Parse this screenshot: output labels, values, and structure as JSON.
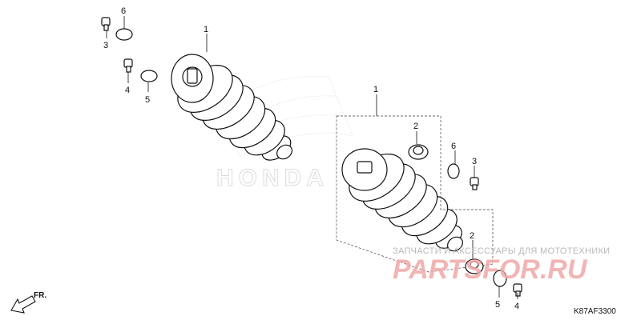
{
  "callouts": {
    "shock_left": "1",
    "shock_right": "1",
    "bushing_upper": "2",
    "bushing_lower": "2",
    "bolt_top_left": "3",
    "bolt_right": "3",
    "bolt_left_mid": "4",
    "bolt_bottom": "4",
    "washer_left_mid": "5",
    "washer_bottom": "5",
    "washer_top_left": "6",
    "washer_right": "6"
  },
  "watermark": {
    "brand": "HONDA",
    "shop_caption": "ЗАПЧАСТИ И АКСЕССУАРЫ ДЛЯ МОТОТЕХНИКИ",
    "shop_name": "PARTSFOR.RU"
  },
  "direction_label": "FR.",
  "diagram_code": "K87AF3300",
  "icons": {
    "direction": "arrow-left-down-icon",
    "brand_logo": "honda-wing-logo"
  },
  "colors": {
    "line": "#111111",
    "watermark_gray": "#b9b9b9",
    "watermark_red": "#f0a8a8"
  }
}
